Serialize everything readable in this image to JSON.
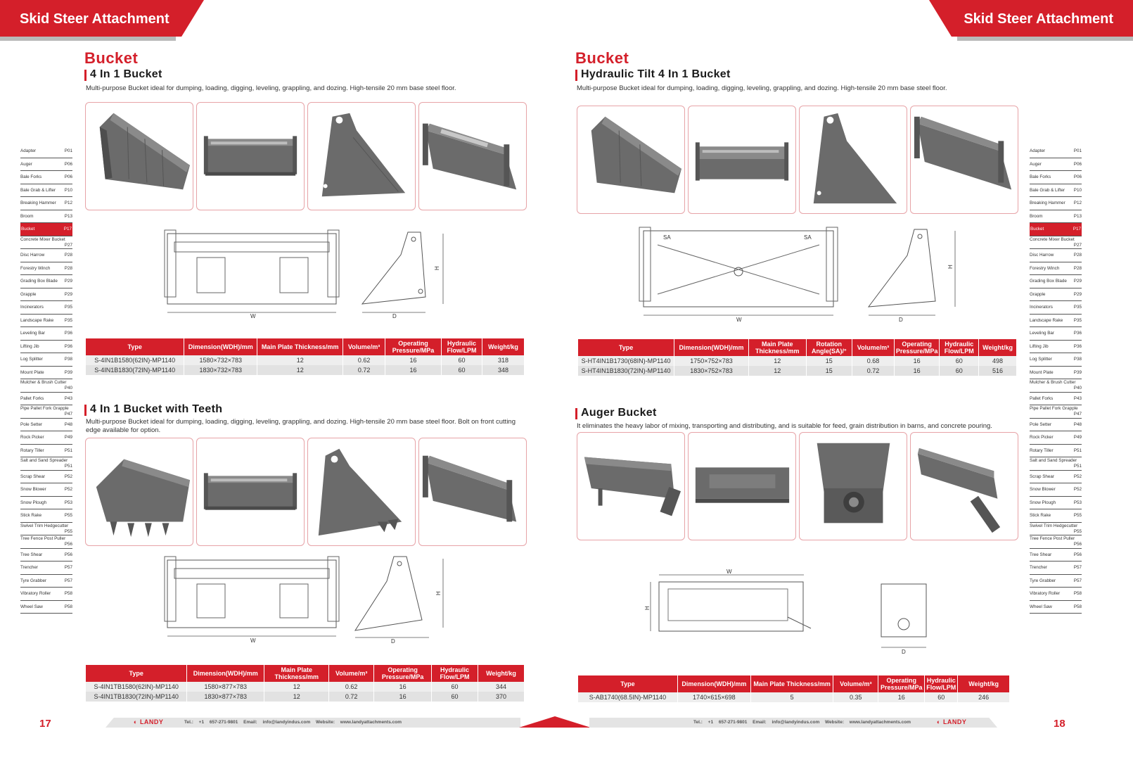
{
  "header": {
    "left_title": "Skid Steer Attachment",
    "right_title": "Skid Steer Attachment"
  },
  "left": {
    "category": "Bucket",
    "s1": {
      "title": "4 In 1 Bucket",
      "desc": "Multi-purpose Bucket ideal for dumping, loading, digging, leveling, grappling, and dozing. High-tensile 20 mm base steel floor.",
      "dims": {
        "w": "W",
        "d": "D",
        "h": "H"
      },
      "headers": [
        "Type",
        "Dimension(WDH)/mm",
        "Main Plate Thickness/mm",
        "Volume/m³",
        "Operating Pressure/MPa",
        "Hydraulic Flow/LPM",
        "Weight/kg"
      ],
      "rows": [
        [
          "S-4IN1B1580(62IN)-MP1140",
          "1580×732×783",
          "12",
          "0.62",
          "16",
          "60",
          "318"
        ],
        [
          "S-4IN1B1830(72IN)-MP1140",
          "1830×732×783",
          "12",
          "0.72",
          "16",
          "60",
          "348"
        ]
      ]
    },
    "s2": {
      "title": "4 In 1 Bucket with Teeth",
      "desc": "Multi-purpose Bucket ideal for dumping, loading, digging, leveling, grappling, and dozing. High-tensile 20 mm base steel floor. Bolt on front cutting edge available for option.",
      "dims": {
        "w": "W",
        "d": "D",
        "h": "H"
      },
      "headers": [
        "Type",
        "Dimension(WDH)/mm",
        "Main Plate Thickness/mm",
        "Volume/m³",
        "Operating Pressure/MPa",
        "Hydraulic Flow/LPM",
        "Weight/kg"
      ],
      "rows": [
        [
          "S-4IN1TB1580(62IN)-MP1140",
          "1580×877×783",
          "12",
          "0.62",
          "16",
          "60",
          "344"
        ],
        [
          "S-4IN1TB1830(72IN)-MP1140",
          "1830×877×783",
          "12",
          "0.72",
          "16",
          "60",
          "370"
        ]
      ]
    },
    "page_number": "17"
  },
  "right": {
    "category": "Bucket",
    "s1": {
      "title": "Hydraulic Tilt 4 In 1 Bucket",
      "desc": "Multi-purpose Bucket ideal for dumping, loading, digging, leveling, grappling, and dozing. High-tensile 20 mm base steel floor.",
      "dims": {
        "w": "W",
        "d": "D",
        "h": "H",
        "sa": "SA"
      },
      "headers": [
        "Type",
        "Dimension(WDH)/mm",
        "Main Plate Thickness/mm",
        "Rotation Angle(SA)/°",
        "Volume/m³",
        "Operating Pressure/MPa",
        "Hydraulic Flow/LPM",
        "Weight/kg"
      ],
      "rows": [
        [
          "S-HT4IN1B1730(68IN)-MP1140",
          "1750×752×783",
          "12",
          "15",
          "0.68",
          "16",
          "60",
          "498"
        ],
        [
          "S-HT4IN1B1830(72IN)-MP1140",
          "1830×752×783",
          "12",
          "15",
          "0.72",
          "16",
          "60",
          "516"
        ]
      ]
    },
    "s2": {
      "title": "Auger Bucket",
      "desc": "It eliminates the heavy labor of mixing, transporting and distributing, and is suitable for feed, grain distribution in barns, and concrete pouring.",
      "dims": {
        "w": "W",
        "d": "D",
        "h": "H"
      },
      "headers": [
        "Type",
        "Dimension(WDH)/mm",
        "Main Plate Thickness/mm",
        "Volume/m³",
        "Operating Pressure/MPa",
        "Hydraulic Flow/LPM",
        "Weight/kg"
      ],
      "rows": [
        [
          "S-AB1740(68.5IN)-MP1140",
          "1740×615×698",
          "5",
          "0.35",
          "16",
          "60",
          "246"
        ]
      ]
    },
    "page_number": "18"
  },
  "index": [
    {
      "name": "Adapter",
      "page": "P01"
    },
    {
      "name": "Auger",
      "page": "P06"
    },
    {
      "name": "Bale Forks",
      "page": "P06"
    },
    {
      "name": "Bale Grab & Lifter",
      "page": "P10"
    },
    {
      "name": "Breaking Hammer",
      "page": "P12"
    },
    {
      "name": "Broom",
      "page": "P13"
    },
    {
      "name": "Bucket",
      "page": "P17",
      "active": true
    },
    {
      "name": "Concrete Mixer Bucket",
      "page": "P27",
      "two": true
    },
    {
      "name": "Disc Harrow",
      "page": "P28"
    },
    {
      "name": "Forestry Winch",
      "page": "P28"
    },
    {
      "name": "Grading Box Blade",
      "page": "P29"
    },
    {
      "name": "Grapple",
      "page": "P29"
    },
    {
      "name": "Incinerators",
      "page": "P35"
    },
    {
      "name": "Landscape Rake",
      "page": "P35"
    },
    {
      "name": "Leveling Bar",
      "page": "P36"
    },
    {
      "name": "Lifting Jib",
      "page": "P36"
    },
    {
      "name": "Log Splitter",
      "page": "P38"
    },
    {
      "name": "Mount Plate",
      "page": "P39"
    },
    {
      "name": "Mulcher & Brush Cutter",
      "page": "P40",
      "two": true
    },
    {
      "name": "Pallet Forks",
      "page": "P43"
    },
    {
      "name": "Pipe Pallet Fork Grapple",
      "page": "P47",
      "two": true
    },
    {
      "name": "Pole Setter",
      "page": "P48"
    },
    {
      "name": "Rock Picker",
      "page": "P49"
    },
    {
      "name": "Rotary Tiller",
      "page": "P51"
    },
    {
      "name": "Salt and Sand Spreader",
      "page": "P51",
      "two": true
    },
    {
      "name": "Scrap Shear",
      "page": "P52"
    },
    {
      "name": "Snow Blower",
      "page": "P52"
    },
    {
      "name": "Snow Plough",
      "page": "P53"
    },
    {
      "name": "Stick Rake",
      "page": "P55"
    },
    {
      "name": "Swivel Trim Hedgecutter",
      "page": "P55",
      "two": true
    },
    {
      "name": "Tree Fence Post Puller",
      "page": "P56",
      "two": true
    },
    {
      "name": "Tree Shear",
      "page": "P56"
    },
    {
      "name": "Trencher",
      "page": "P57"
    },
    {
      "name": "Tyre Grabber",
      "page": "P57"
    },
    {
      "name": "Vibratory Roller",
      "page": "P58"
    },
    {
      "name": "Wheel Saw",
      "page": "P58"
    }
  ],
  "footer": {
    "brand": "LANDY",
    "contact": "Tel.: +1 657-271-9801   Email: info@landyindus.com   Website: www.landyattachments.com"
  },
  "colors": {
    "accent": "#d41f2a",
    "table_row": "#eeeeee",
    "steel": "#6f6f6f"
  }
}
